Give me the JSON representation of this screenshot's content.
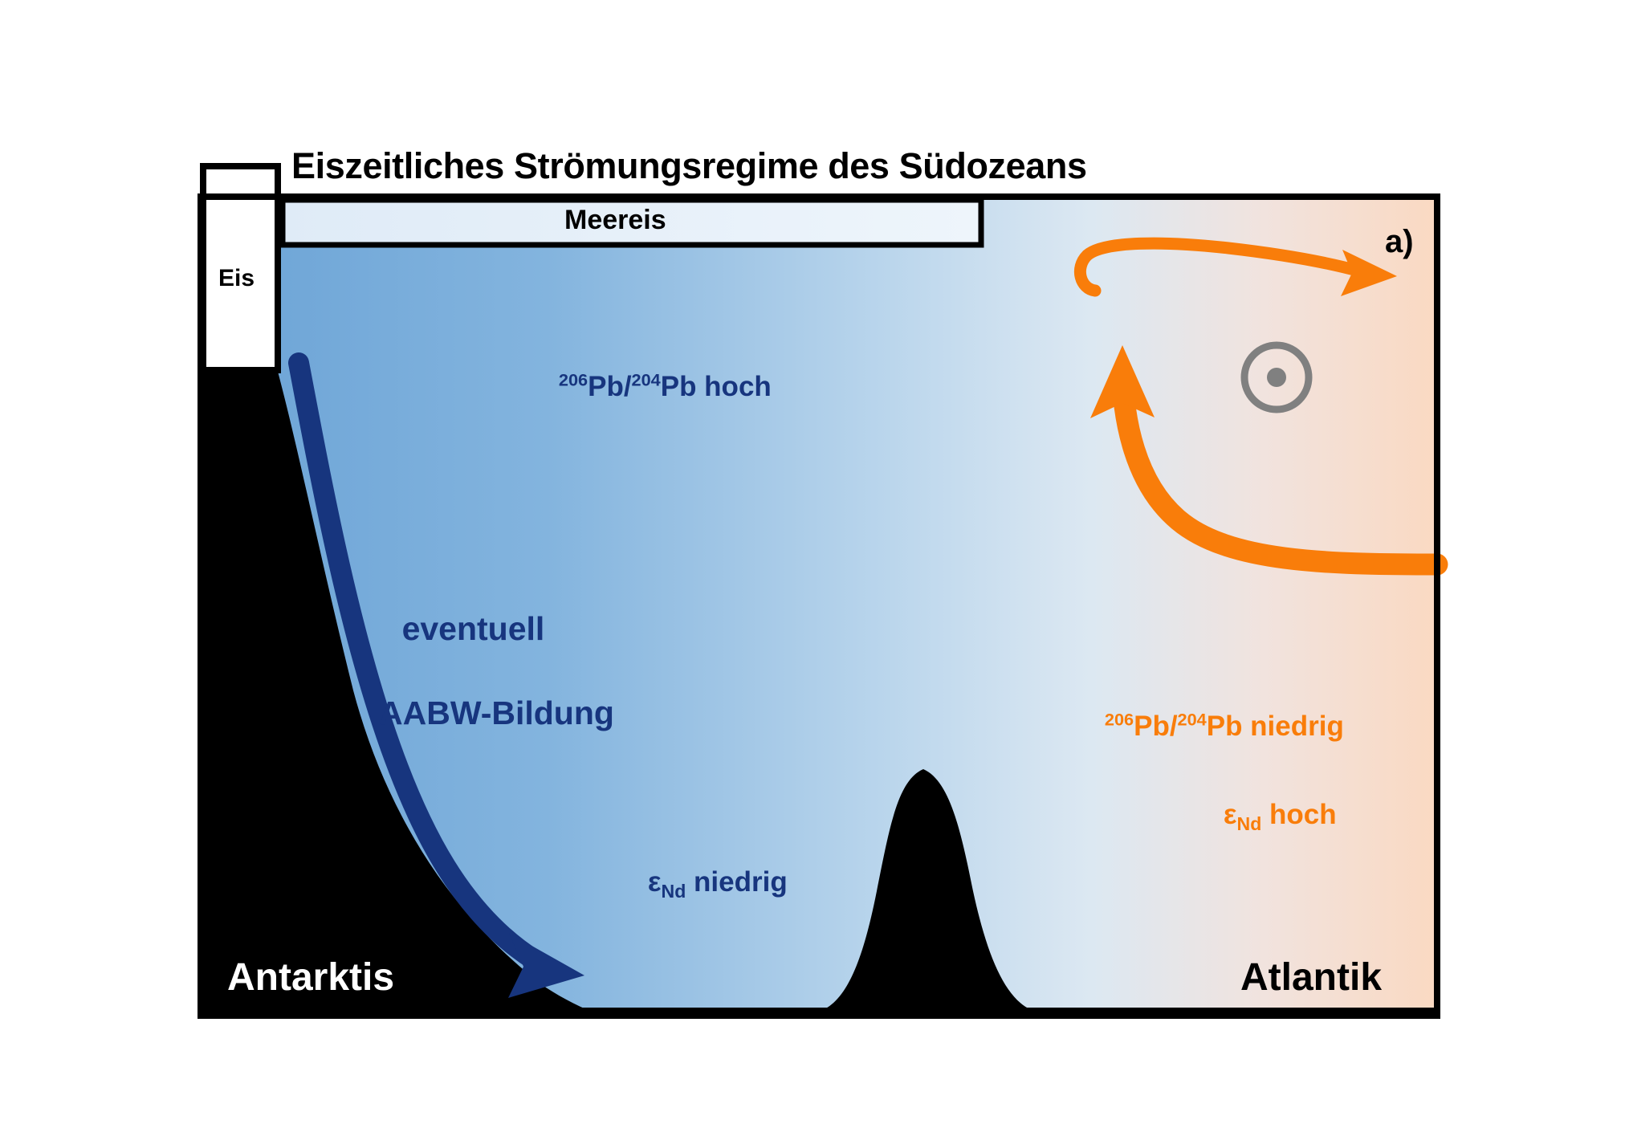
{
  "figure": {
    "title": "Eiszeitliches Strömungsregime des Südozeans",
    "panel_label": "a)"
  },
  "labels": {
    "ice_shelf": "Eis",
    "sea_ice": "Meereis",
    "antarctica": "Antarktis",
    "atlantic": "Atlantik",
    "aabw_line1": "eventuell",
    "aabw_line2": "AABW-Bildung"
  },
  "tracers": {
    "pb_high": {
      "pre": "206",
      "mid": "Pb/",
      "pre2": "204",
      "post": "Pb hoch"
    },
    "pb_low": {
      "pre": "206",
      "mid": "Pb/",
      "pre2": "204",
      "post": "Pb niedrig"
    },
    "nd_low": {
      "sym": "ε",
      "sub": "Nd",
      "post": " niedrig"
    },
    "nd_high": {
      "sym": "ε",
      "sub": "Nd",
      "post": " hoch"
    }
  },
  "colors": {
    "aabw_blue": "#17357e",
    "ndw_orange": "#f97d0a",
    "water_cold": "#6ba3d6",
    "water_warm": "#f6d9c2",
    "sea_ice_fill": "#dce9f5",
    "bedrock": "#000000",
    "frame": "#000000",
    "symbol_gray": "#808080"
  },
  "symbols": {
    "out_of_page": "circle-dot"
  }
}
